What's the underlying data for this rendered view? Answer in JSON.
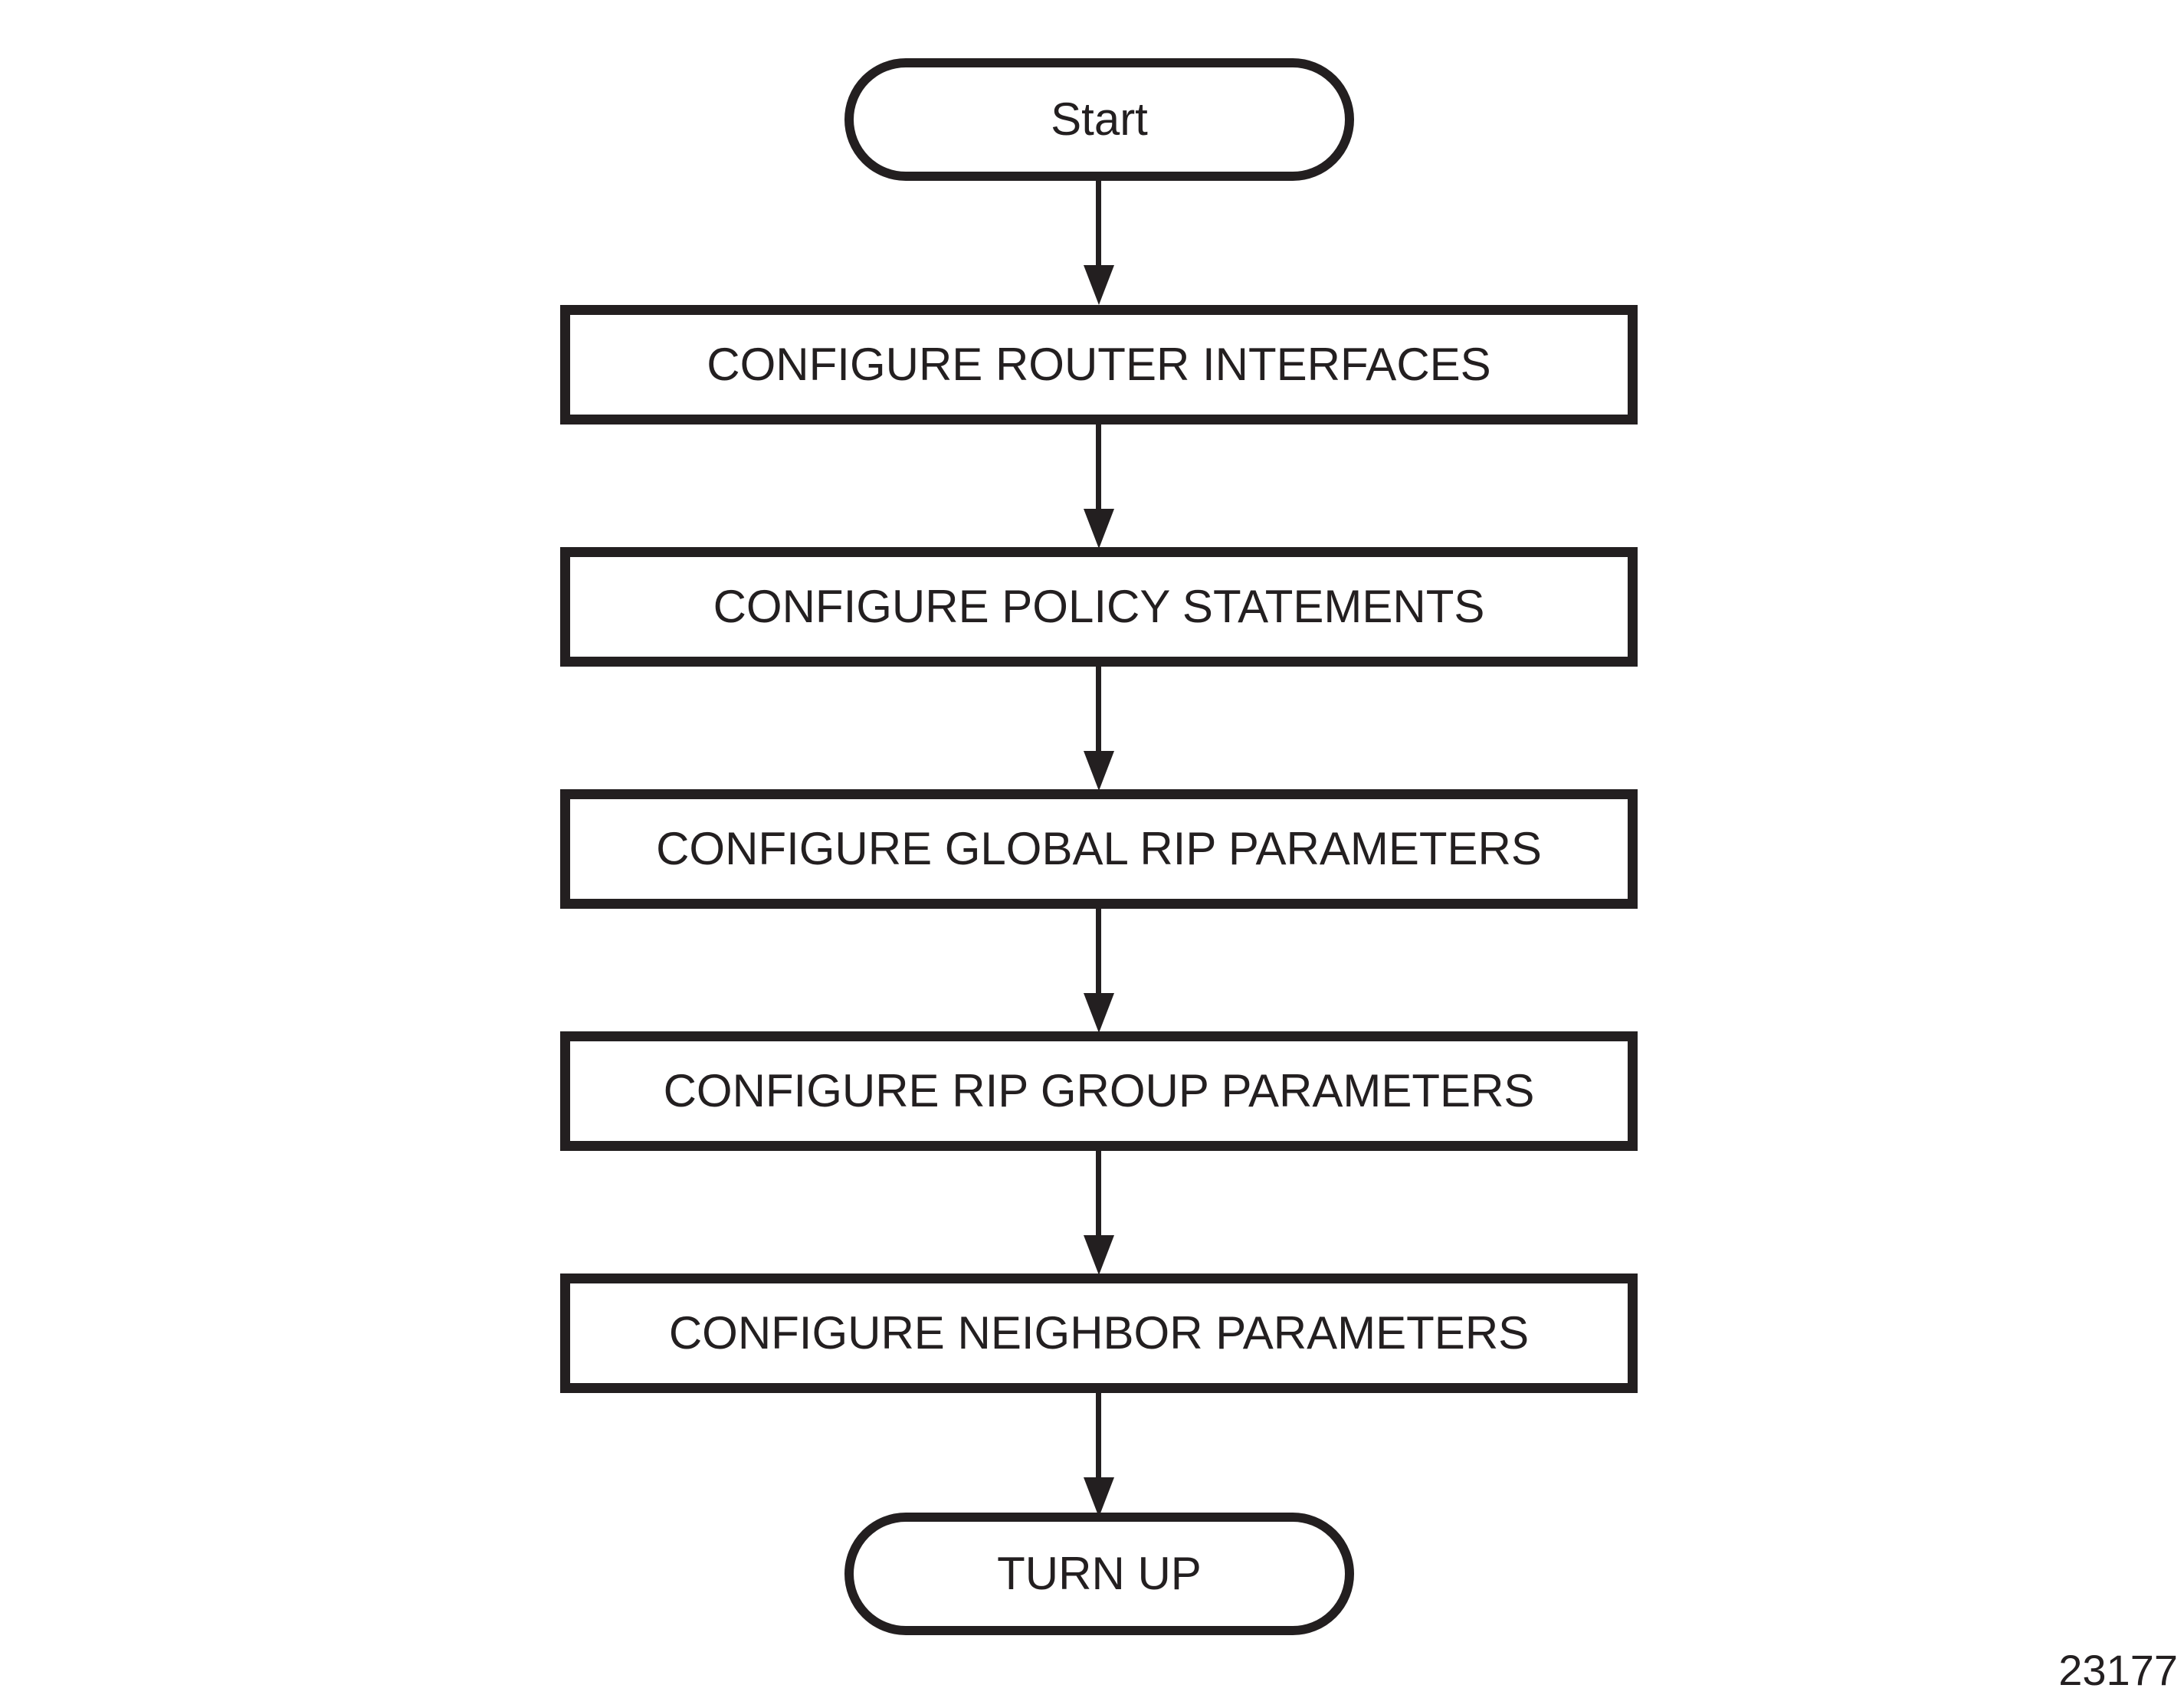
{
  "diagram": {
    "type": "flowchart",
    "figure_number": "23177",
    "colors": {
      "stroke": "#231f20",
      "fill": "#ffffff",
      "background": "#ffffff"
    },
    "nodes": [
      {
        "id": "start",
        "type": "terminator",
        "label": "Start"
      },
      {
        "id": "configure-router-interfaces",
        "type": "process",
        "label": "CONFIGURE ROUTER INTERFACES"
      },
      {
        "id": "configure-policy-statements",
        "type": "process",
        "label": "CONFIGURE POLICY STATEMENTS"
      },
      {
        "id": "configure-global-rip-parameters",
        "type": "process",
        "label": "CONFIGURE GLOBAL RIP PARAMETERS"
      },
      {
        "id": "configure-rip-group-parameters",
        "type": "process",
        "label": "CONFIGURE RIP GROUP PARAMETERS"
      },
      {
        "id": "configure-neighbor-parameters",
        "type": "process",
        "label": "CONFIGURE NEIGHBOR PARAMETERS"
      },
      {
        "id": "turn-up",
        "type": "terminator",
        "label": "TURN UP"
      }
    ],
    "edges": [
      {
        "from": "start",
        "to": "configure-router-interfaces"
      },
      {
        "from": "configure-router-interfaces",
        "to": "configure-policy-statements"
      },
      {
        "from": "configure-policy-statements",
        "to": "configure-global-rip-parameters"
      },
      {
        "from": "configure-global-rip-parameters",
        "to": "configure-rip-group-parameters"
      },
      {
        "from": "configure-rip-group-parameters",
        "to": "configure-neighbor-parameters"
      },
      {
        "from": "configure-neighbor-parameters",
        "to": "turn-up"
      }
    ]
  }
}
